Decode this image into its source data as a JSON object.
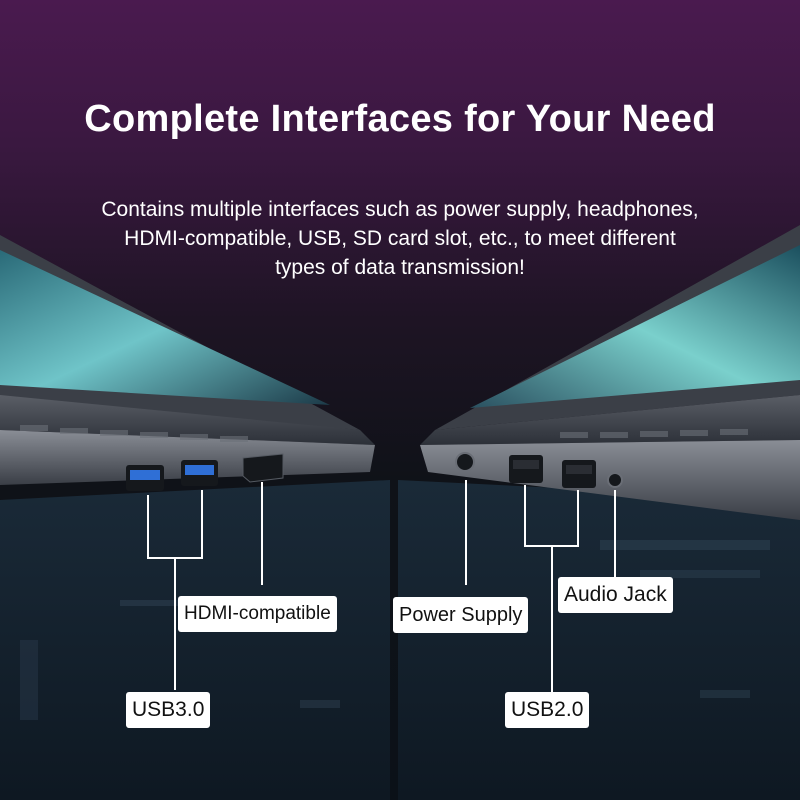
{
  "title": "Complete Interfaces for Your Need",
  "subtitle_lines": [
    "Contains multiple interfaces such as power supply, headphones,",
    "HDMI-compatible, USB, SD card slot, etc., to meet different",
    "types of data transmission!"
  ],
  "labels": {
    "hdmi": "HDMI-compatible",
    "usb3": "USB3.0",
    "power": "Power Supply",
    "audio": "Audio Jack",
    "usb2": "USB2.0"
  },
  "colors": {
    "background_top": "#4a1a4f",
    "background_bottom": "#0b1118",
    "usb3_port": "#2f6fd6",
    "label_bg": "#ffffff"
  }
}
